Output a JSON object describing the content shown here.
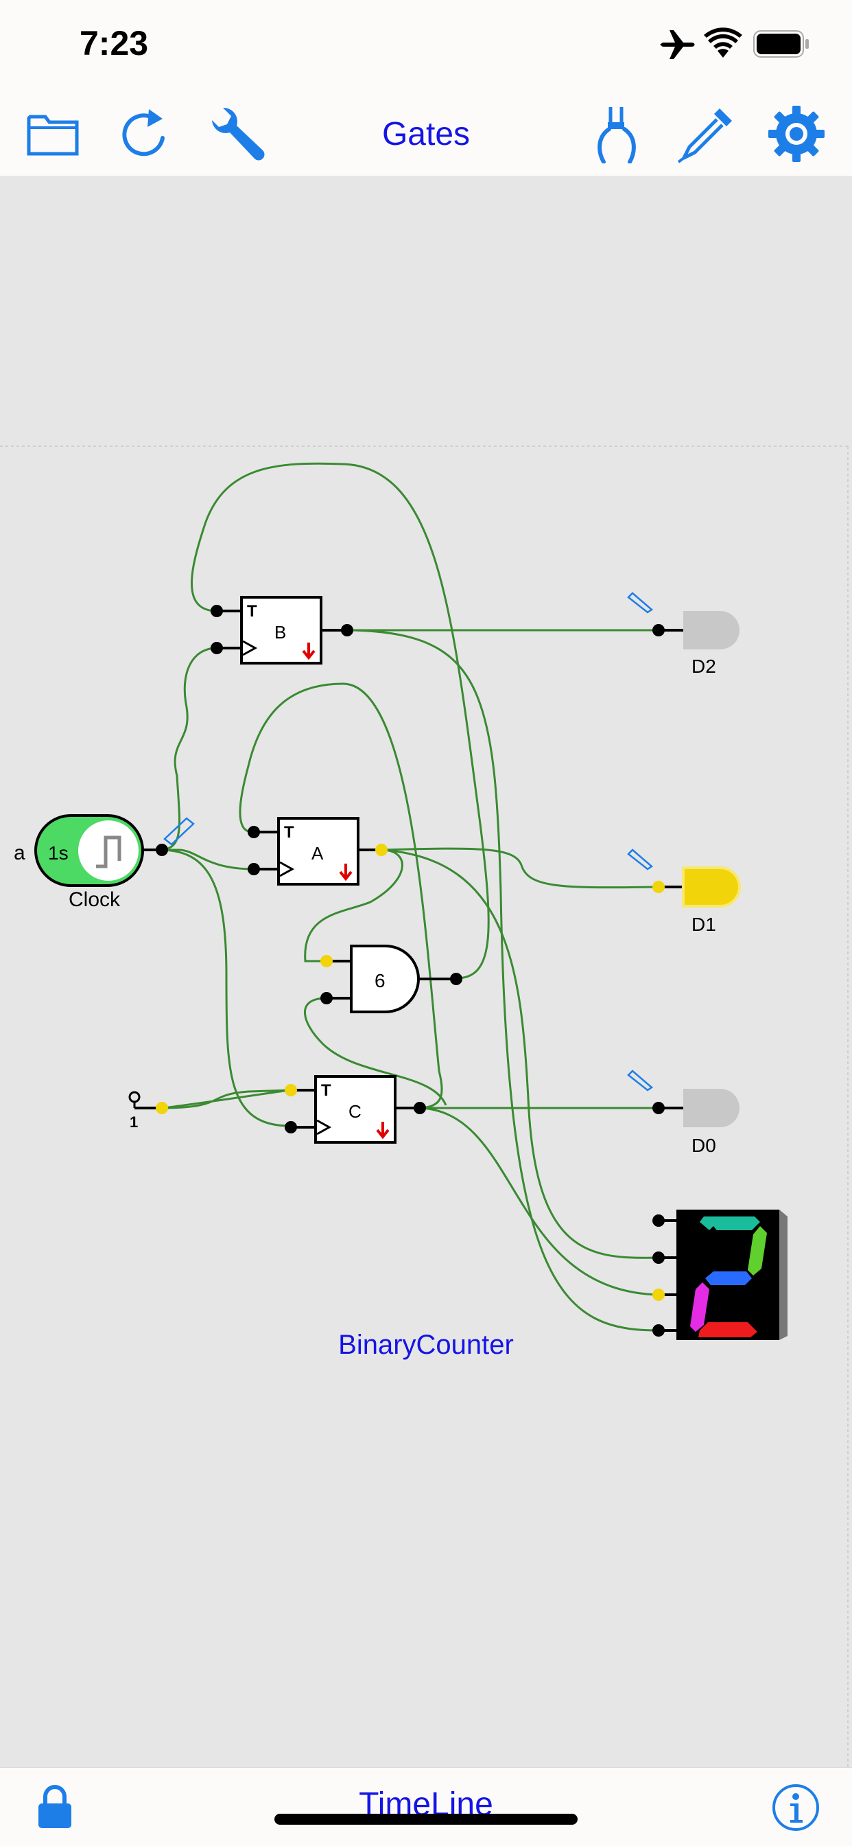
{
  "status_bar": {
    "time": "7:23"
  },
  "toolbar": {
    "title": "Gates"
  },
  "circuit": {
    "name": "BinaryCounter",
    "clock": {
      "prefix": "a",
      "period": "1s",
      "label": "Clock"
    },
    "flipflops": {
      "b": {
        "type": "T",
        "label": "B"
      },
      "a": {
        "type": "T",
        "label": "A"
      },
      "c": {
        "type": "T",
        "label": "C"
      }
    },
    "gate": {
      "label": "6"
    },
    "constant": {
      "value": "1"
    },
    "leds": {
      "d2": "D2",
      "d1": "D1",
      "d0": "D0"
    },
    "display": {
      "value": 2
    }
  },
  "bottom_bar": {
    "title": "TimeLine"
  },
  "colors": {
    "accent": "#1e7ee8",
    "title": "#1414e6",
    "wire": "#3a8a32",
    "led_on": "#f2d40a",
    "led_off": "#c8c8c8",
    "clock_on": "#4cd964"
  }
}
